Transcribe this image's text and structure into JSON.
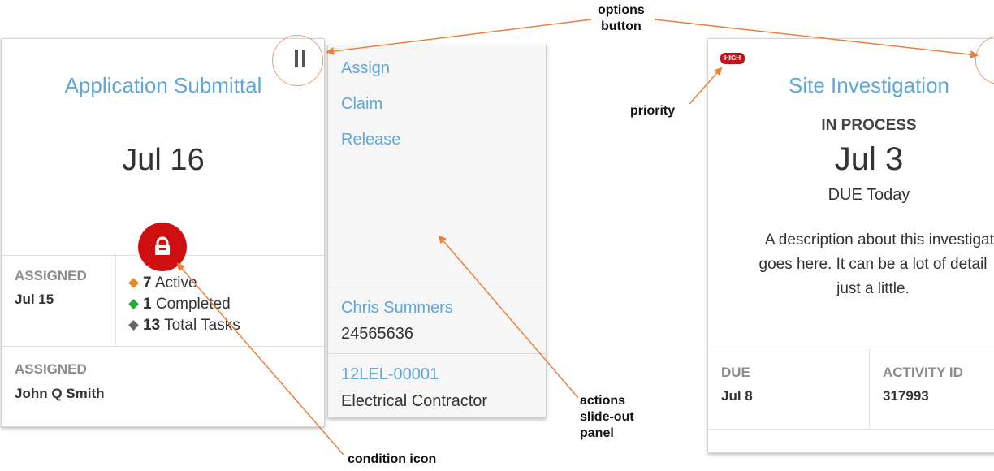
{
  "card1": {
    "title": "Application Submittal",
    "date": "Jul 16",
    "assigned_label": "ASSIGNED",
    "assigned_date": "Jul 15",
    "tasks": [
      {
        "count": "7",
        "label": "Active",
        "color": "#e38a2c"
      },
      {
        "count": "1",
        "label": "Completed",
        "color": "#2aa63a"
      },
      {
        "count": "13",
        "label": "Total Tasks",
        "color": "#666666"
      }
    ],
    "assigned2_label": "ASSIGNED",
    "assigned2_name": "John Q Smith",
    "options_icon": "pause-bars-icon",
    "condition_icon": "lock-icon",
    "condition_color": "#d01010"
  },
  "actions_panel": {
    "items": [
      "Assign",
      "Claim",
      "Release"
    ],
    "contact_name": "Chris Summers",
    "contact_number": "24565636",
    "license_id": "12LEL-00001",
    "license_type": "Electrical Contractor"
  },
  "card2": {
    "priority": "HIGH",
    "priority_color": "#c0151a",
    "title": "Site Investigation",
    "status": "IN PROCESS",
    "date": "Jul 3",
    "due_text": "DUE Today",
    "description_lines": [
      "A description about this investigati",
      "goes here. It can be a lot of detail",
      "just a little."
    ],
    "due_label": "DUE",
    "due_date": "Jul 8",
    "activity_label": "ACTIVITY ID",
    "activity_id": "317993"
  },
  "annotations": {
    "options_button": [
      "options",
      "button"
    ],
    "priority": "priority",
    "actions_panel": [
      "actions",
      "slide-out",
      "panel"
    ],
    "condition_icon": "condition icon"
  }
}
